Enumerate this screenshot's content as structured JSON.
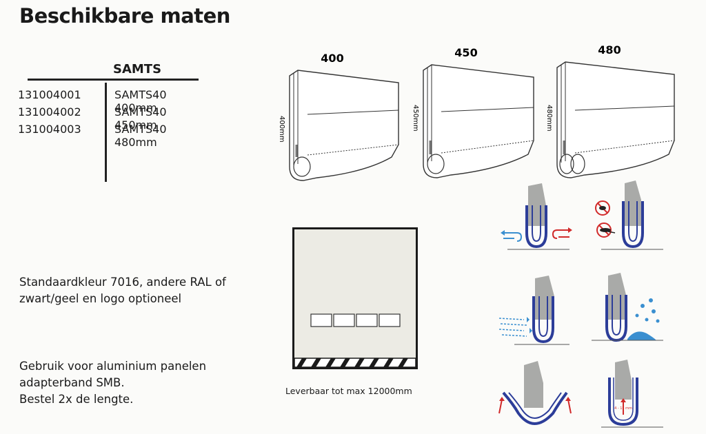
{
  "title": "Beschikbare maten",
  "table": {
    "header": "SAMTS",
    "rows": [
      {
        "code": "131004001",
        "desc": "SAMTS40 400mm"
      },
      {
        "code": "131004002",
        "desc": "SAMTS40 450mm"
      },
      {
        "code": "131004003",
        "desc": "SAMTS40 480mm"
      }
    ]
  },
  "profiles": [
    {
      "label": "400",
      "side": "400mm"
    },
    {
      "label": "450",
      "side": "450mm"
    },
    {
      "label": "480",
      "side": "480mm"
    }
  ],
  "standard_color": [
    "Standaardkleur 7016, andere RAL of",
    "zwart/geel en logo optioneel"
  ],
  "usage": [
    "Gebruik voor aluminium panelen",
    "adapterband SMB.",
    "Bestel 2x de lengte."
  ],
  "availability": "Leverbaar tot max 12000mm",
  "height_range": "4 - 15 mm",
  "colors": {
    "blue": "#2c3d99",
    "red": "#d12a2a",
    "light_blue": "#3a8fd0",
    "gray": "#a9aaa8",
    "door_fill": "#ecebe4"
  },
  "icons": [
    "seal-airflow-icon",
    "seal-no-pests-icon",
    "seal-wind-icon",
    "seal-water-icon",
    "seal-flex-icon",
    "seal-height-icon"
  ]
}
